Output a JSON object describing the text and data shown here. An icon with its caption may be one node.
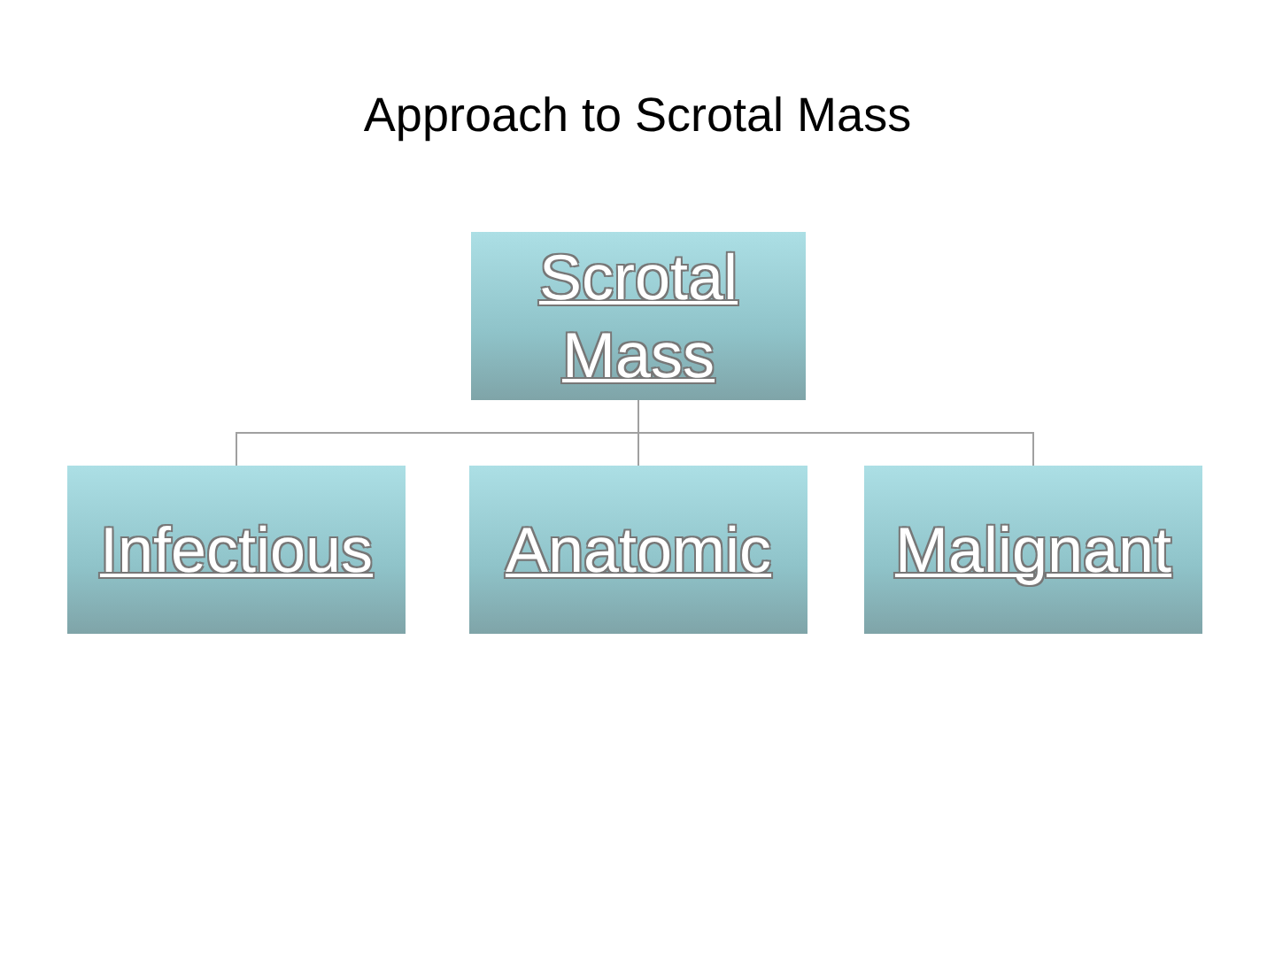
{
  "diagram": {
    "title": "Approach to Scrotal Mass",
    "nodes": [
      {
        "text": [
          "Scrotal Mass"
        ]
      },
      {
        "text": [
          "Infectious"
        ]
      },
      {
        "text": [
          "Anatomic"
        ]
      },
      {
        "text": [
          "Malignant"
        ]
      }
    ],
    "edges": [
      {
        "from": 0,
        "to": 1,
        "arrow": "none"
      },
      {
        "from": 0,
        "to": 2,
        "arrow": "none"
      },
      {
        "from": 0,
        "to": 3,
        "arrow": "none"
      }
    ]
  }
}
